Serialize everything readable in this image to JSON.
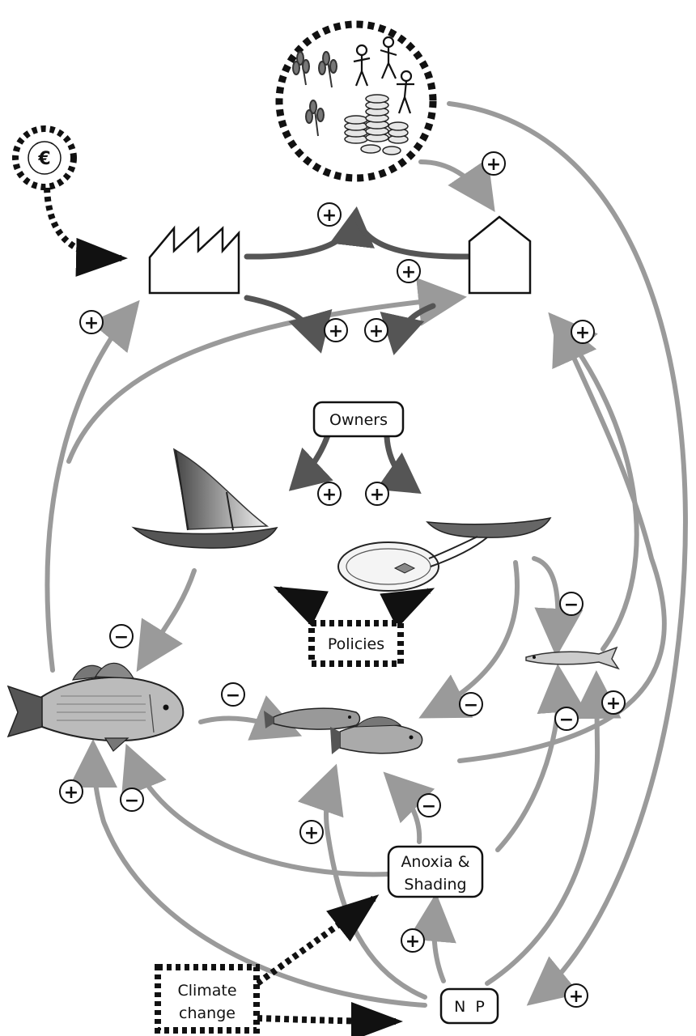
{
  "nodes": {
    "owners": "Owners",
    "policies": "Policies",
    "anoxia_line1": "Anoxia &",
    "anoxia_line2": "Shading",
    "climate_line1": "Climate",
    "climate_line2": "change",
    "nutrients": "N  P",
    "euro": "€"
  },
  "signs": {
    "plus": "+",
    "minus": "−"
  },
  "icons": [
    "euro-icon",
    "factory-icon",
    "processor-house-icon",
    "community-icon",
    "sail-boat-icon",
    "net-boat-icon",
    "nile-perch-icon",
    "cichlid-icon",
    "sardine-icon"
  ],
  "colors": {
    "arrow_gray": "#9a9a9a",
    "arrow_dark": "#555555",
    "black": "#111111"
  }
}
